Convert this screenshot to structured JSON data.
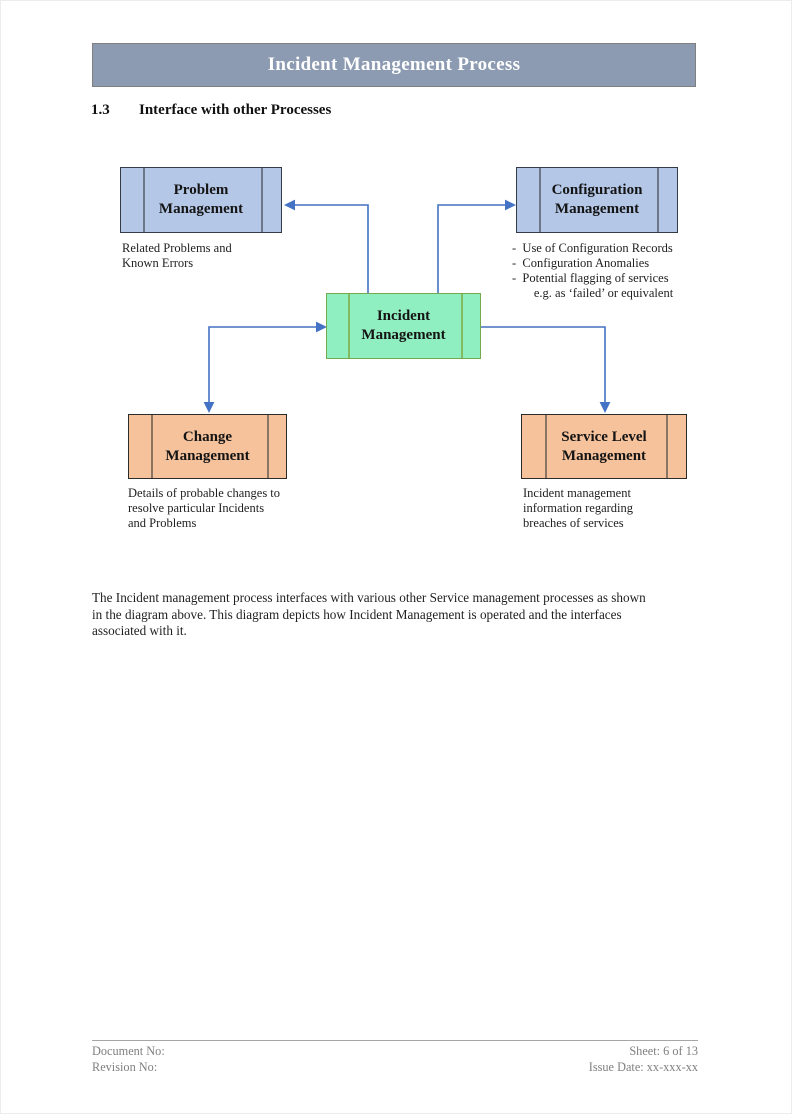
{
  "header": {
    "title": "Incident Management Process"
  },
  "section": {
    "number": "1.3",
    "title": "Interface with other Processes"
  },
  "diagram": {
    "nodes": {
      "problem": {
        "label": "Problem\nManagement"
      },
      "configuration": {
        "label": "Configuration\nManagement"
      },
      "incident": {
        "label": "Incident\nManagement"
      },
      "change": {
        "label": "Change\nManagement"
      },
      "service_level": {
        "label": "Service Level\nManagement"
      }
    },
    "notes": {
      "problem": "Related Problems and\nKnown Errors",
      "configuration": "-  Use of Configuration Records\n-  Configuration Anomalies\n-  Potential flagging of services\n       e.g. as ‘failed’ or equivalent",
      "change": "Details of probable changes to\nresolve particular Incidents\nand Problems",
      "service_level": "Incident management\ninformation regarding\nbreaches of services"
    },
    "connector_color": "#4472c4"
  },
  "paragraph": "The Incident management process interfaces with various other Service management processes as shown\nin the diagram above. This diagram depicts how Incident Management is operated and the interfaces\nassociated with it.",
  "footer": {
    "document_no": "Document No:",
    "revision_no": "Revision No:",
    "sheet": "Sheet: 6 of 13",
    "issue_date": "Issue Date: xx-xxx-xx"
  },
  "colors": {
    "banner_bg": "#8c9bb1",
    "banner_text": "#ffffff",
    "blue_node_fill": "#b4c7e7",
    "green_node_fill": "#90efc1",
    "peach_node_fill": "#f5c29c",
    "connector": "#4472c4",
    "footer_text": "#808080"
  }
}
